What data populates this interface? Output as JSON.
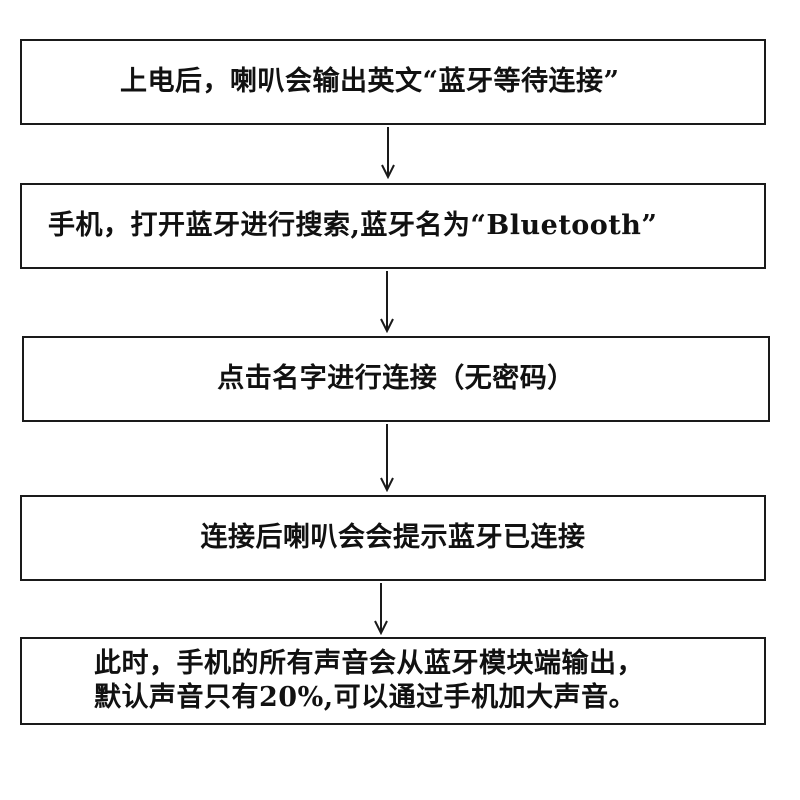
{
  "flowchart": {
    "steps": [
      {
        "text": "上电后，喇叭会输出英文“蓝牙等待连接”"
      },
      {
        "text": "手机，打开蓝牙进行搜索,蓝牙名为“Bluetooth”"
      },
      {
        "text": "点击名字进行连接（无密码）"
      },
      {
        "text": "连接后喇叭会会提示蓝牙已连接"
      },
      {
        "text": "此时，手机的所有声音会从蓝牙模块端输出，\n默认声音只有20%,可以通过手机加大声音。"
      }
    ],
    "line_color": "#1a1a1a"
  }
}
